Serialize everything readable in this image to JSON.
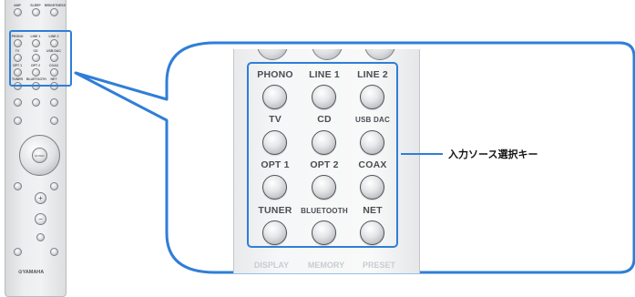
{
  "remote_small": {
    "top_labels": [
      "AMP",
      "SLEEP",
      "BRIGHTNESS"
    ],
    "source_labels": [
      "PHONO",
      "LINE 1",
      "LINE 2",
      "TV",
      "CD",
      "USB DAC",
      "OPT 1",
      "OPT 2",
      "COAX",
      "TUNER",
      "BLUETOOTH",
      "NET"
    ],
    "dpad_label": "ENTER",
    "brand": "⊙YAMAHA"
  },
  "panel": {
    "keys": [
      {
        "label": "PHONO"
      },
      {
        "label": "LINE 1"
      },
      {
        "label": "LINE 2"
      },
      {
        "label": "TV"
      },
      {
        "label": "CD"
      },
      {
        "label": "USB DAC"
      },
      {
        "label": "OPT 1"
      },
      {
        "label": "OPT 2"
      },
      {
        "label": "COAX"
      },
      {
        "label": "TUNER"
      },
      {
        "label": "BLUETOOTH"
      },
      {
        "label": "NET"
      }
    ],
    "bottom_labels": [
      "DISPLAY",
      "MEMORY",
      "PRESET"
    ]
  },
  "caption": "入力ソース選択キー",
  "colors": {
    "highlight": "#2f7ed8"
  }
}
